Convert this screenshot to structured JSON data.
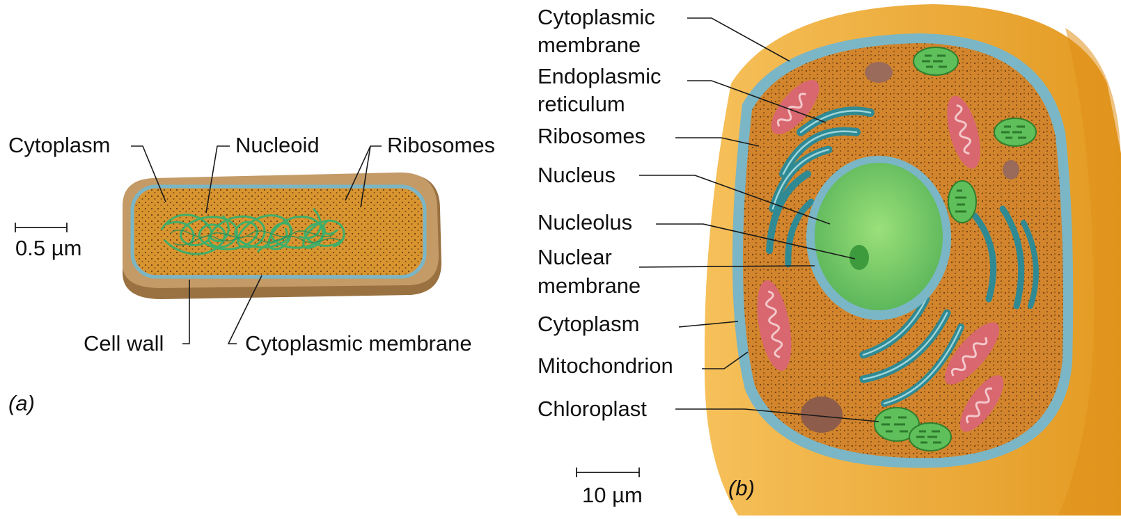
{
  "panel_a": {
    "letter": "(a)",
    "labels": {
      "cytoplasm": "Cytoplasm",
      "nucleoid": "Nucleoid",
      "ribosomes": "Ribosomes",
      "cell_wall": "Cell wall",
      "cytoplasmic_membrane": "Cytoplasmic membrane"
    },
    "scale_bar": "0.5 µm"
  },
  "panel_b": {
    "letter": "(b)",
    "labels": {
      "cytoplasmic_membrane_1": "Cytoplasmic",
      "cytoplasmic_membrane_2": "membrane",
      "endoplasmic_reticulum_1": "Endoplasmic",
      "endoplasmic_reticulum_2": "reticulum",
      "ribosomes": "Ribosomes",
      "nucleus": "Nucleus",
      "nucleolus": "Nucleolus",
      "nuclear_membrane_1": "Nuclear",
      "nuclear_membrane_2": "membrane",
      "cytoplasm": "Cytoplasm",
      "mitochondrion": "Mitochondrion",
      "chloroplast": "Chloroplast"
    },
    "scale_bar": "10 µm"
  },
  "colors": {
    "cytoplasm_orange": "#d68a2e",
    "cell_wall_tan": "#b98c5a",
    "membrane_blue": "#7ab6c6",
    "nucleoid_green": "#3fae6a",
    "nucleus_green": "#7fcf6a",
    "er_teal": "#2f8a94",
    "mito_red": "#d9676f",
    "chloro_green": "#5fbf5a",
    "outer_wall_yellow": "#f0b23c"
  }
}
